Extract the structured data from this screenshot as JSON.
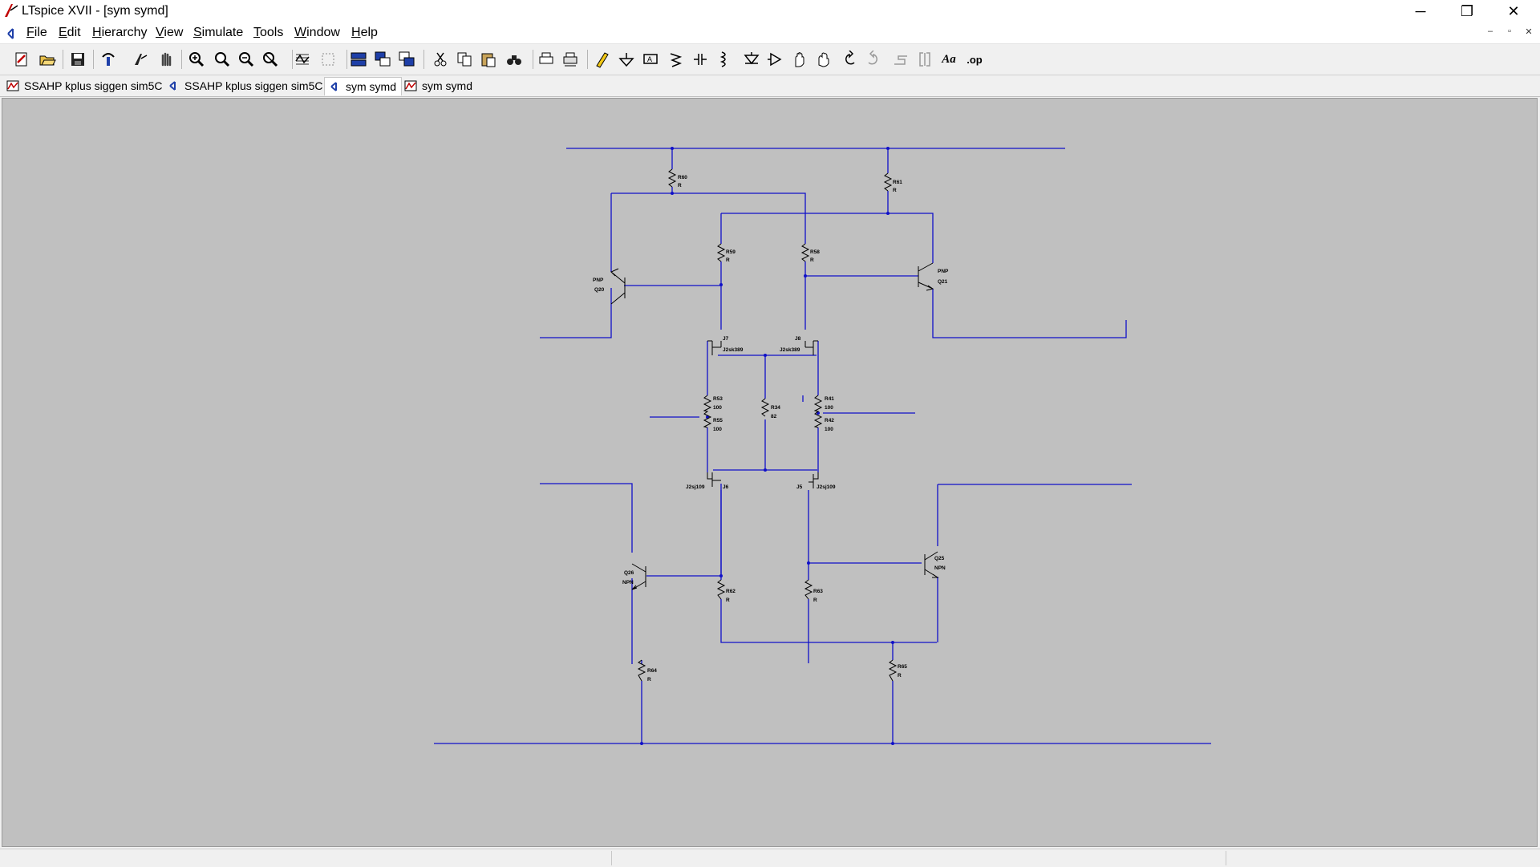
{
  "window": {
    "title": "LTspice XVII - [sym symd]",
    "minimize_glyph": "─",
    "restore_glyph": "❐",
    "close_glyph": "✕"
  },
  "menu": {
    "items": [
      {
        "id": "file",
        "prefix": "",
        "underline": "F",
        "rest": "ile"
      },
      {
        "id": "edit",
        "prefix": "",
        "underline": "E",
        "rest": "dit"
      },
      {
        "id": "hierarchy",
        "prefix": "",
        "underline": "H",
        "rest": "ierarchy"
      },
      {
        "id": "view",
        "prefix": "",
        "underline": "V",
        "rest": "iew"
      },
      {
        "id": "simulate",
        "prefix": "",
        "underline": "S",
        "rest": "imulate"
      },
      {
        "id": "tools",
        "prefix": "",
        "underline": "T",
        "rest": "ools"
      },
      {
        "id": "window",
        "prefix": "",
        "underline": "W",
        "rest": "indow"
      },
      {
        "id": "help",
        "prefix": "",
        "underline": "H",
        "rest": "elp"
      }
    ],
    "mdi_minimize": "–",
    "mdi_restore": "▫",
    "mdi_close": "✕"
  },
  "toolbar": {
    "icons": [
      "new-schematic-icon",
      "open-icon",
      "save-icon",
      "control-panel-icon",
      "run-icon",
      "halt-icon",
      "zoom-in-icon",
      "zoom-pan-icon",
      "zoom-out-icon",
      "zoom-fit-icon",
      "autoscale-icon",
      "mark-unmark-icon",
      "tile-horizontal-icon",
      "cascade-icon",
      "tile-vertical-icon",
      "cut-icon",
      "copy-icon",
      "paste-icon",
      "find-icon",
      "print-icon",
      "print-setup-icon",
      "draw-wire-icon",
      "ground-icon",
      "label-net-icon",
      "resistor-icon",
      "capacitor-icon",
      "inductor-icon",
      "diode-icon",
      "component-icon",
      "move-icon",
      "drag-icon",
      "undo-icon",
      "redo-icon",
      "rotate-icon",
      "mirror-icon",
      "text-icon",
      "spice-directive-icon"
    ],
    "text_glyph": "Aa",
    "op_glyph": ".op"
  },
  "tabs": [
    {
      "label": "SSAHP kplus siggen sim5C",
      "icon": "waveform-icon",
      "active": false
    },
    {
      "label": "SSAHP kplus siggen sim5C",
      "icon": "schematic-icon",
      "active": false
    },
    {
      "label": "sym symd",
      "icon": "schematic-icon",
      "active": true
    },
    {
      "label": "sym symd",
      "icon": "waveform-icon",
      "active": false
    }
  ],
  "colors": {
    "wire": "#1010c8",
    "component": "#000000",
    "canvas": "#c0c0c0",
    "title_icon_red": "#c00000"
  },
  "schematic": {
    "R60": {
      "name": "R60",
      "value": "R"
    },
    "R61": {
      "name": "R61",
      "value": "R"
    },
    "R59": {
      "name": "R59",
      "value": "R"
    },
    "R58": {
      "name": "R58",
      "value": "R"
    },
    "Q20": {
      "name": "Q20",
      "type": "PNP"
    },
    "Q21": {
      "name": "Q21",
      "type": "PNP"
    },
    "J7": {
      "name": "J7",
      "value": "J2sk389"
    },
    "J8": {
      "name": "J8",
      "value": "J2sk389"
    },
    "R53": {
      "name": "R53",
      "value": "100"
    },
    "R55": {
      "name": "R55",
      "value": "100"
    },
    "R34": {
      "name": "R34",
      "value": "82"
    },
    "R41": {
      "name": "R41",
      "value": "100"
    },
    "R42": {
      "name": "R42",
      "value": "100"
    },
    "J6": {
      "name": "J6",
      "value": "J2sj109"
    },
    "J5": {
      "name": "J5",
      "value": "J2sj109"
    },
    "Q26": {
      "name": "Q26",
      "type": "NPN"
    },
    "Q25": {
      "name": "Q25",
      "type": "NPN"
    },
    "R62": {
      "name": "R62",
      "value": "R"
    },
    "R63": {
      "name": "R63",
      "value": "R"
    },
    "R64": {
      "name": "R64",
      "value": "R"
    },
    "R65": {
      "name": "R65",
      "value": "R"
    }
  }
}
